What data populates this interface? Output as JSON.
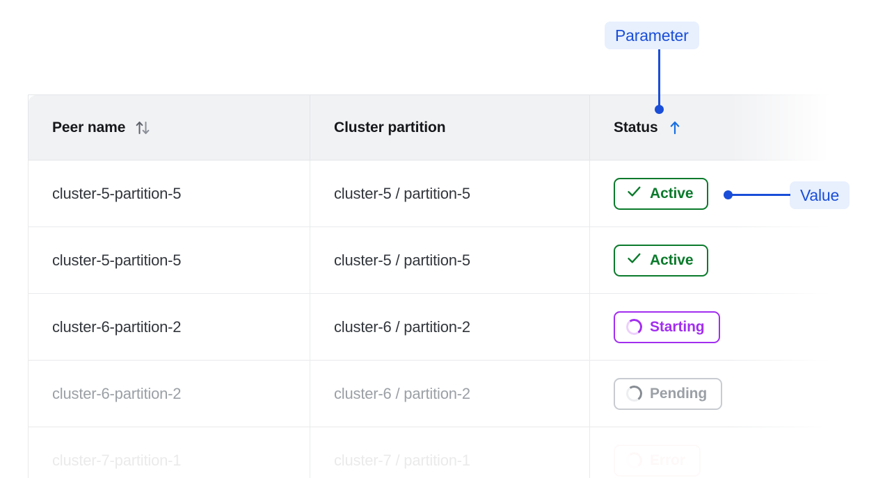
{
  "table": {
    "columns": [
      {
        "key": "peer",
        "label": "Peer name",
        "sort_icon": "sort-updown-icon",
        "sort_state": "none"
      },
      {
        "key": "cluster",
        "label": "Cluster partition",
        "sort_icon": "none",
        "sort_state": "none"
      },
      {
        "key": "status",
        "label": "Status",
        "sort_icon": "sort-up-icon",
        "sort_state": "ascending"
      }
    ],
    "rows": [
      {
        "peer": "cluster-5-partition-5",
        "cluster": "cluster-5 / partition-5",
        "status": {
          "label": "Active",
          "icon": "check-icon",
          "tone": "active"
        },
        "style": "normal"
      },
      {
        "peer": "cluster-5-partition-5",
        "cluster": "cluster-5 / partition-5",
        "status": {
          "label": "Active",
          "icon": "check-icon",
          "tone": "active"
        },
        "style": "normal"
      },
      {
        "peer": "cluster-6-partition-2",
        "cluster": "cluster-6 / partition-2",
        "status": {
          "label": "Starting",
          "icon": "spinner-icon",
          "tone": "starting"
        },
        "style": "normal"
      },
      {
        "peer": "cluster-6-partition-2",
        "cluster": "cluster-6 / partition-2",
        "status": {
          "label": "Pending",
          "icon": "spinner-icon",
          "tone": "pending"
        },
        "style": "muted"
      },
      {
        "peer": "cluster-7-partition-1",
        "cluster": "cluster-7 / partition-1",
        "status": {
          "label": "Error",
          "icon": "spinner-icon",
          "tone": "error"
        },
        "style": "faded"
      }
    ]
  },
  "annotations": [
    {
      "id": "parameter",
      "label": "Parameter",
      "points_to": "status-column-header"
    },
    {
      "id": "value",
      "label": "Value",
      "points_to": "status-badge-row-1"
    }
  ],
  "colors": {
    "annotation_text": "#1a4ed8",
    "annotation_bg": "#e8f0fe",
    "active": "#0a7a2b",
    "starting": "#a22ef0",
    "pending": "#9ba0a6",
    "header_bg": "#f1f2f4",
    "sort_active": "#1a6fe0"
  }
}
